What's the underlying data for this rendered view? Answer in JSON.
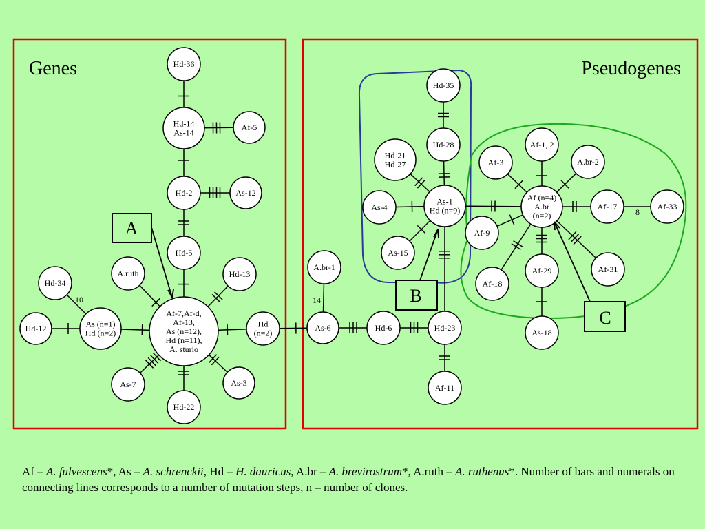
{
  "panels": {
    "genes_title": "Genes",
    "pseudogenes_title": "Pseudogenes"
  },
  "nodes": [
    {
      "id": "hd36",
      "lines": [
        "Hd-36"
      ]
    },
    {
      "id": "hd14",
      "lines": [
        "Hd-14",
        "As-14"
      ]
    },
    {
      "id": "af5",
      "lines": [
        "Af-5"
      ]
    },
    {
      "id": "hd2",
      "lines": [
        "Hd-2"
      ]
    },
    {
      "id": "as12",
      "lines": [
        "As-12"
      ]
    },
    {
      "id": "hd5",
      "lines": [
        "Hd-5"
      ]
    },
    {
      "id": "aruth",
      "lines": [
        "A.ruth"
      ]
    },
    {
      "id": "hd13",
      "lines": [
        "Hd-13"
      ]
    },
    {
      "id": "hd34",
      "lines": [
        "Hd-34"
      ]
    },
    {
      "id": "asn1",
      "lines": [
        "As (n=1)",
        "Hd (n=2)"
      ]
    },
    {
      "id": "hd12",
      "lines": [
        "Hd-12"
      ]
    },
    {
      "id": "center",
      "lines": [
        "Af-7,Af-d,",
        "Af-13,",
        "As (n=12),",
        "Hd (n=11),",
        "A. sturio"
      ]
    },
    {
      "id": "hdn2",
      "lines": [
        "Hd",
        "(n=2)"
      ]
    },
    {
      "id": "as7",
      "lines": [
        "As-7"
      ]
    },
    {
      "id": "hd22",
      "lines": [
        "Hd-22"
      ]
    },
    {
      "id": "as3",
      "lines": [
        "As-3"
      ]
    },
    {
      "id": "abr1",
      "lines": [
        "A.br-1"
      ]
    },
    {
      "id": "as6",
      "lines": [
        "As-6"
      ]
    },
    {
      "id": "hd6",
      "lines": [
        "Hd-6"
      ]
    },
    {
      "id": "hd23",
      "lines": [
        "Hd-23"
      ]
    },
    {
      "id": "af11",
      "lines": [
        "Af-11"
      ]
    },
    {
      "id": "hd35",
      "lines": [
        "Hd-35"
      ]
    },
    {
      "id": "hd28",
      "lines": [
        "Hd-28"
      ]
    },
    {
      "id": "hd21",
      "lines": [
        "Hd-21",
        "Hd-27"
      ]
    },
    {
      "id": "as1",
      "lines": [
        "As-1",
        "Hd (n=9)"
      ]
    },
    {
      "id": "as4",
      "lines": [
        "As-4"
      ]
    },
    {
      "id": "as15",
      "lines": [
        "As-15"
      ]
    },
    {
      "id": "afn4",
      "lines": [
        "Af (n=4)",
        "A.br",
        "(n=2)"
      ]
    },
    {
      "id": "af12",
      "lines": [
        "Af-1, 2"
      ]
    },
    {
      "id": "af3",
      "lines": [
        "Af-3"
      ]
    },
    {
      "id": "abr2",
      "lines": [
        "A.br-2"
      ]
    },
    {
      "id": "af17",
      "lines": [
        "Af-17"
      ]
    },
    {
      "id": "af33",
      "lines": [
        "Af-33"
      ]
    },
    {
      "id": "af9",
      "lines": [
        "Af-9"
      ]
    },
    {
      "id": "af18",
      "lines": [
        "Af-18"
      ]
    },
    {
      "id": "af29",
      "lines": [
        "Af-29"
      ]
    },
    {
      "id": "af31",
      "lines": [
        "Af-31"
      ]
    },
    {
      "id": "as18",
      "lines": [
        "As-18"
      ]
    }
  ],
  "edge_numbers": [
    "10",
    "14",
    "8"
  ],
  "group_labels": [
    "A",
    "B",
    "C"
  ],
  "caption": {
    "af_abbr": "Af – ",
    "af_name": "A. fulvescens",
    "af_mark": "*, ",
    "as_abbr": "As – ",
    "as_name": "A. schrenckii",
    "as_mark": ", ",
    "hd_abbr": "Hd – ",
    "hd_name": "H. dauricus",
    "hd_mark": ", ",
    "abr_abbr": "A.br – ",
    "abr_name": "A. brevirostrum",
    "abr_mark": "*, ",
    "aruth_abbr": "A.ruth – ",
    "aruth_name": "A. ruthenus",
    "aruth_mark": "*. ",
    "rest": "Number of bars and numerals on connecting lines corresponds to a number of mutation steps, n – number of clones."
  }
}
